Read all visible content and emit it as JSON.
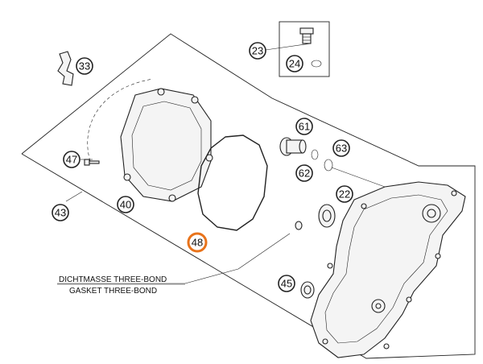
{
  "callouts": [
    {
      "label": "33",
      "highlight": false
    },
    {
      "label": "23",
      "highlight": false
    },
    {
      "label": "24",
      "highlight": false
    },
    {
      "label": "61",
      "highlight": false
    },
    {
      "label": "63",
      "highlight": false
    },
    {
      "label": "62",
      "highlight": false
    },
    {
      "label": "47",
      "highlight": false
    },
    {
      "label": "40",
      "highlight": false
    },
    {
      "label": "22",
      "highlight": false
    },
    {
      "label": "43",
      "highlight": false
    },
    {
      "label": "48",
      "highlight": true
    },
    {
      "label": "45",
      "highlight": false
    }
  ],
  "note": {
    "line1": "DICHTMASSE THREE-BOND",
    "line2": "GASKET THREE-BOND"
  },
  "colors": {
    "highlight": "#e8731b",
    "ink": "#222222"
  }
}
